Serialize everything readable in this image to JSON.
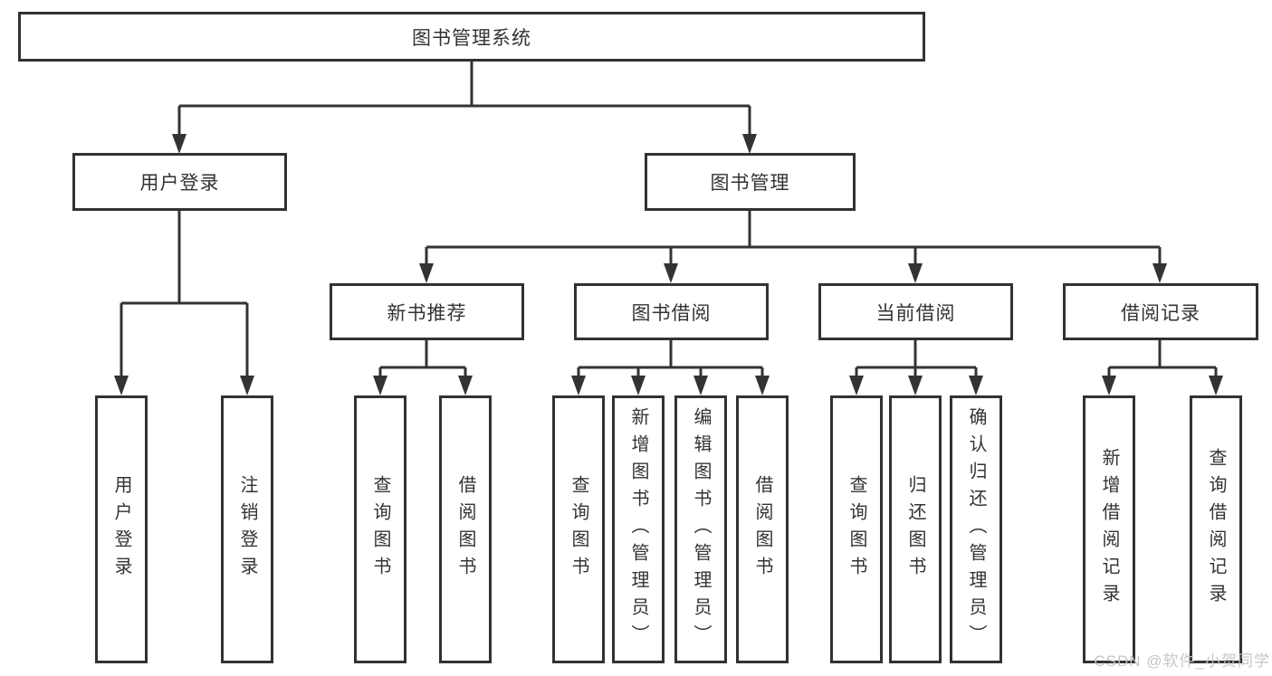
{
  "diagram": {
    "type": "hierarchy",
    "root": {
      "label": "图书管理系统"
    },
    "branches": [
      {
        "label": "用户登录",
        "children": [
          {
            "label": "用户登录"
          },
          {
            "label": "注销登录"
          }
        ]
      },
      {
        "label": "图书管理",
        "children": [
          {
            "label": "新书推荐",
            "children": [
              {
                "label": "查询图书"
              },
              {
                "label": "借阅图书"
              }
            ]
          },
          {
            "label": "图书借阅",
            "children": [
              {
                "label": "查询图书"
              },
              {
                "label": "新增图书（管理员）"
              },
              {
                "label": "编辑图书（管理员）"
              },
              {
                "label": "借阅图书"
              }
            ]
          },
          {
            "label": "当前借阅",
            "children": [
              {
                "label": "查询图书"
              },
              {
                "label": "归还图书"
              },
              {
                "label": "确认归还（管理员）"
              }
            ]
          },
          {
            "label": "借阅记录",
            "children": [
              {
                "label": "新增借阅记录"
              },
              {
                "label": "查询借阅记录"
              }
            ]
          }
        ]
      }
    ]
  },
  "watermark": "CSDN @软件_小贺同学",
  "colors": {
    "background": "#ffffff",
    "box_fill": "#ffffff",
    "box_border": "#323232",
    "line": "#333333",
    "text": "#333333",
    "watermark": "#c3c3c3"
  }
}
